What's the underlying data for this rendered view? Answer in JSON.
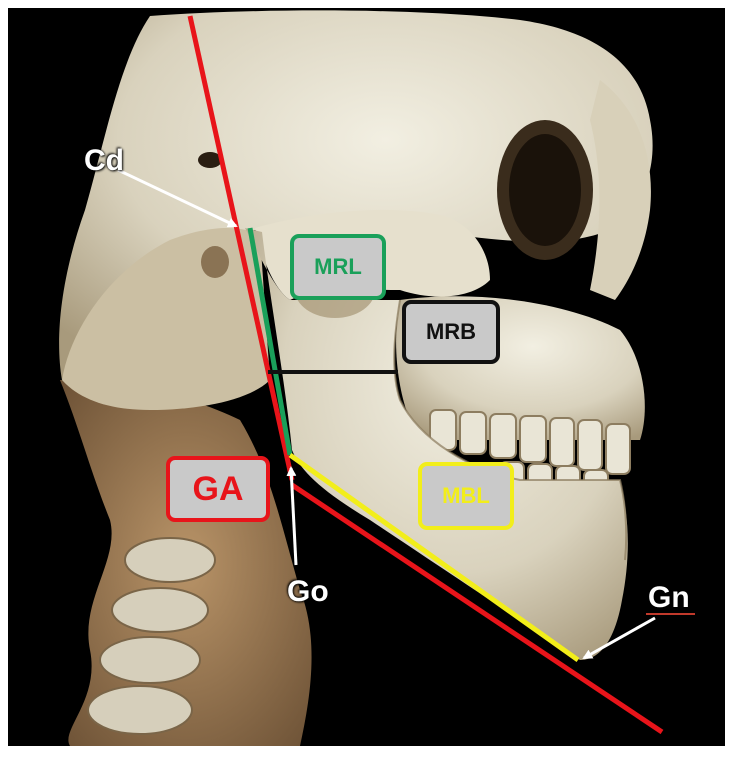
{
  "figure": {
    "landmarks": {
      "condylion": "Cd",
      "gonion": "Go",
      "gnathion": "Gn"
    },
    "boxes": {
      "ramus_length": "MRL",
      "ramus_breadth": "MRB",
      "body_length": "MBL",
      "gonial_angle": "GA"
    },
    "colors": {
      "ramus_tangent": "#e8141a",
      "mandibular_plane": "#e8141a",
      "ramus_length": "#1aa05a",
      "ramus_breadth": "#111111",
      "body_length": "#f2ee1a",
      "gonial_angle_box": "#e8141a",
      "arrow": "#ffffff"
    }
  }
}
